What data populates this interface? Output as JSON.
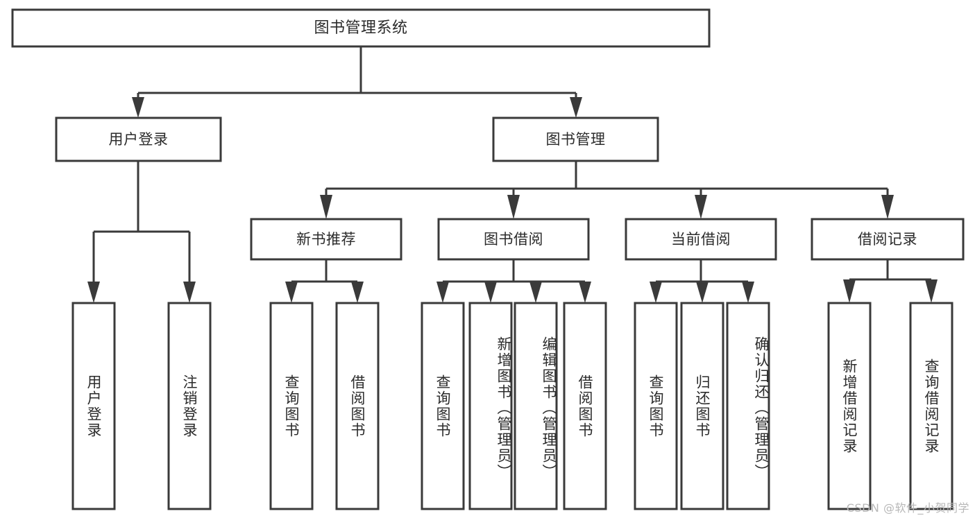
{
  "diagram": {
    "title": "图书管理系统",
    "type": "tree",
    "orientation": "top-down",
    "colors": {
      "box_stroke": "#3a3a3a",
      "box_fill": "#ffffff",
      "connector": "#3a3a3a",
      "text": "#2b2b2b",
      "watermark": "#b8b8b8",
      "background": "#ffffff"
    },
    "root": {
      "label": "图书管理系统"
    },
    "level2": [
      {
        "label": "用户登录"
      },
      {
        "label": "图书管理"
      }
    ],
    "level3": [
      {
        "label": "新书推荐"
      },
      {
        "label": "图书借阅"
      },
      {
        "label": "当前借阅"
      },
      {
        "label": "借阅记录"
      }
    ],
    "leaves": {
      "user_login": [
        {
          "label": "用户登录"
        },
        {
          "label": "注销登录"
        }
      ],
      "new_book_recommend": [
        {
          "label": "查询图书"
        },
        {
          "label": "借阅图书"
        }
      ],
      "book_borrow": [
        {
          "label": "查询图书"
        },
        {
          "label": "新增图书（管理员）"
        },
        {
          "label": "编辑图书（管理员）"
        },
        {
          "label": "借阅图书"
        }
      ],
      "current_borrow": [
        {
          "label": "查询图书"
        },
        {
          "label": "归还图书"
        },
        {
          "label": "确认归还（管理员）"
        }
      ],
      "borrow_record": [
        {
          "label": "新增借阅记录"
        },
        {
          "label": "查询借阅记录"
        }
      ]
    }
  },
  "watermark": {
    "text": "CSDN @软件_小贺同学"
  }
}
